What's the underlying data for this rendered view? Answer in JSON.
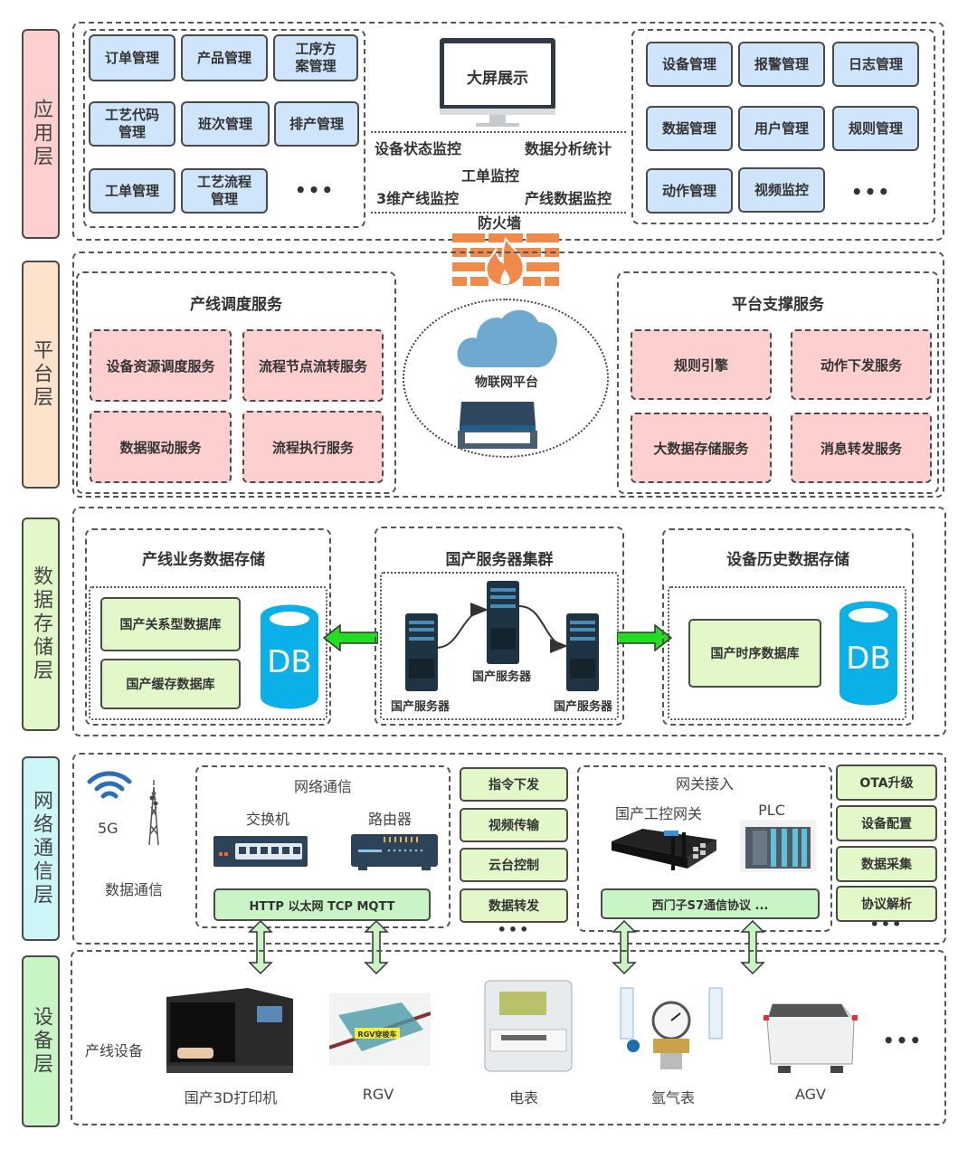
{
  "layers": {
    "application": "应用层",
    "platform": "平台层",
    "data_storage": "数据存储层",
    "network": "网络通信层",
    "device": "设备层"
  },
  "application": {
    "left_modules": [
      "订单管理",
      "产品管理",
      "工序方案管理",
      "工艺代码管理",
      "班次管理",
      "排产管理",
      "工单管理",
      "工艺流程管理"
    ],
    "left_more": "•••",
    "screen_title": "大屏展示",
    "monitors": [
      "设备状态监控",
      "数据分析统计",
      "工单监控",
      "3维产线监控",
      "产线数据监控"
    ],
    "firewall": "防火墙",
    "right_modules": [
      "设备管理",
      "报警管理",
      "日志管理",
      "数据管理",
      "用户管理",
      "规则管理",
      "动作管理",
      "视频监控"
    ],
    "right_more": "•••"
  },
  "platform": {
    "scheduling": {
      "title": "产线调度服务",
      "services": [
        "设备资源调度服务",
        "流程节点流转服务",
        "数据驱动服务",
        "流程执行服务"
      ]
    },
    "iot": "物联网平台",
    "support": {
      "title": "平台支撑服务",
      "services": [
        "规则引擎",
        "动作下发服务",
        "大数据存储服务",
        "消息转发服务"
      ]
    }
  },
  "storage": {
    "business": {
      "title": "产线业务数据存储",
      "dbs": [
        "国产关系型数据库",
        "国产缓存数据库"
      ],
      "icon_label": "DB"
    },
    "cluster": {
      "title": "国产服务器集群",
      "servers": [
        "国产服务器",
        "国产服务器",
        "国产服务器"
      ]
    },
    "history": {
      "title": "设备历史数据存储",
      "dbs": [
        "国产时序数据库"
      ],
      "icon_label": "DB"
    }
  },
  "network": {
    "wireless_label": "5G",
    "data_comm": "数据通信",
    "net_comm": {
      "title": "网络通信",
      "switch": "交换机",
      "router": "路由器",
      "protocols": "HTTP 以太网  TCP  MQTT"
    },
    "functions": [
      "指令下发",
      "视频传输",
      "云台控制",
      "数据转发"
    ],
    "functions_more": "•••",
    "gateway": {
      "title": "网关接入",
      "gateway_device": "国产工控网关",
      "plc": "PLC",
      "protocols": "西门子S7通信协议 ..."
    },
    "ops": [
      "OTA升级",
      "设备配置",
      "数据采集",
      "协议解析"
    ],
    "ops_more": "•••"
  },
  "devices": {
    "label": "产线设备",
    "items": [
      "国产3D打印机",
      "RGV",
      "电表",
      "氩气表",
      "AGV"
    ],
    "rgv_tag": "RGV穿梭车",
    "more": "•••"
  },
  "colors": {
    "app_layer": "#fdcfcf",
    "platform_layer": "#fde3cc",
    "storage_layer": "#e3f8c8",
    "network_layer": "#cdf6f8",
    "device_layer": "#c8f4c6",
    "module_blue": "#cfe5fb",
    "service_pink": "#fdcfcf",
    "arrow_green": "#22dd22",
    "db_blue": "#0ab0e8",
    "firewall": "#f08a4b"
  }
}
